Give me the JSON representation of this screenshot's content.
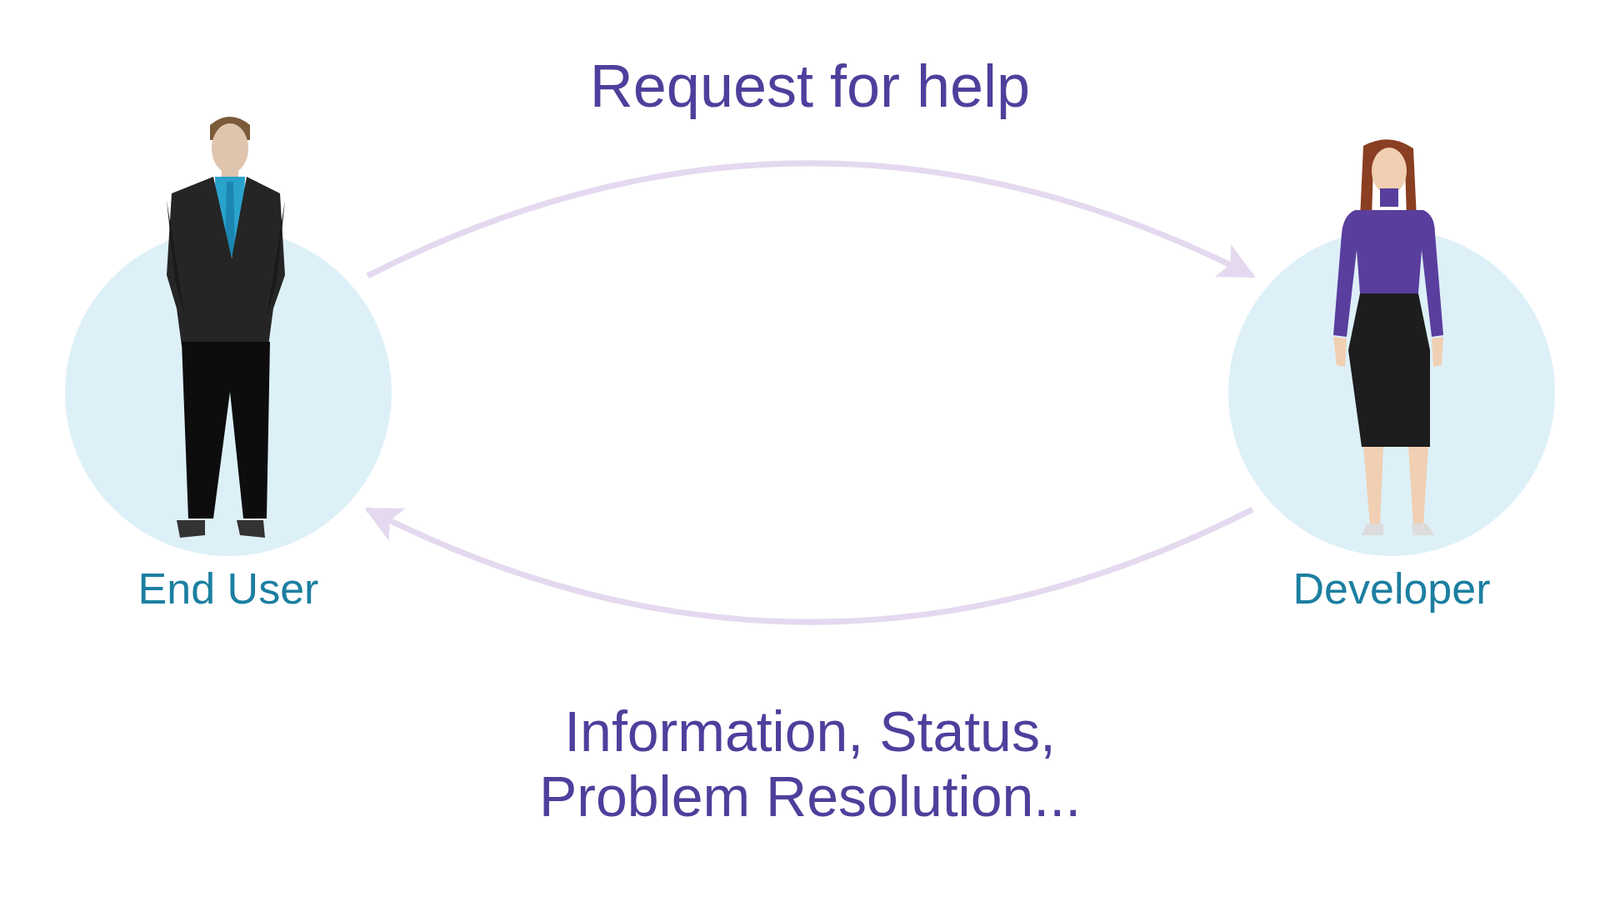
{
  "diagram": {
    "nodes": [
      {
        "text": [
          "End User"
        ]
      },
      {
        "text": [
          "Developer"
        ]
      }
    ],
    "edges": [
      {
        "from": 0,
        "to": 1,
        "arrow": "to",
        "label": "Request for help"
      },
      {
        "from": 1,
        "to": 0,
        "arrow": "to",
        "label": "Information, Status, Problem Resolution..."
      }
    ]
  }
}
